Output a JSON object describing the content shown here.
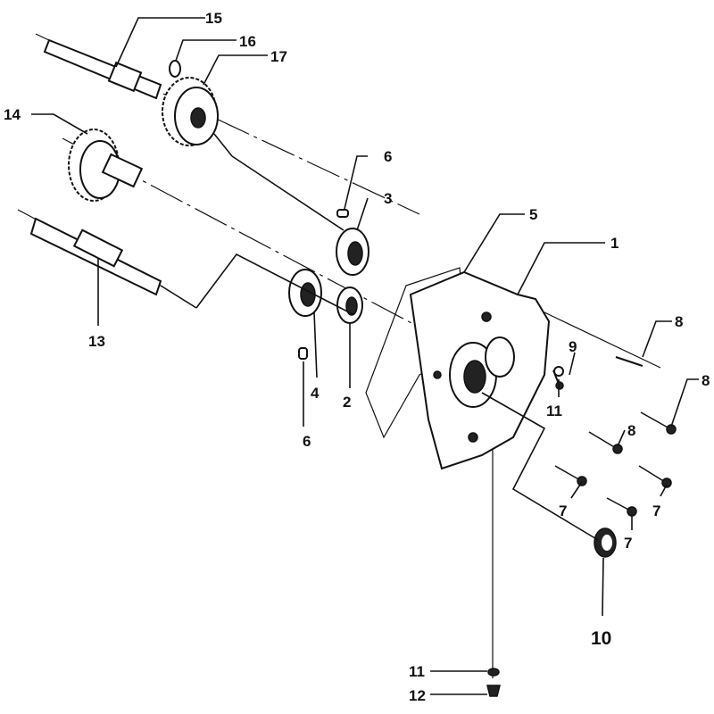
{
  "diagram": {
    "type": "exploded parts diagram",
    "callouts": {
      "c15": "15",
      "c16": "16",
      "c17": "17",
      "c14": "14",
      "c6a": "6",
      "c3": "3",
      "c5": "5",
      "c1": "1",
      "c13": "13",
      "c4": "4",
      "c2": "2",
      "c6b": "6",
      "c8a": "8",
      "c9": "9",
      "c11a": "11",
      "c8b": "8",
      "c8c": "8",
      "c7a": "7",
      "c7b": "7",
      "c7c": "7",
      "c10": "10",
      "c11b": "11",
      "c12": "12"
    }
  }
}
